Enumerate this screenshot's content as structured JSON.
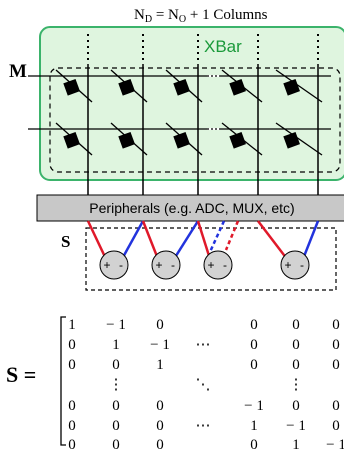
{
  "header": {
    "title": "N",
    "sub_d": "D",
    "eq": " = N",
    "sub_o": "O",
    "rest": " + 1 Columns"
  },
  "xbar": {
    "label": "XBar",
    "fill": "#dff5df",
    "border": "#3bb36b"
  },
  "labels": {
    "m": "M",
    "s": "S",
    "s_eq": "S ="
  },
  "peripherals": {
    "label": "Peripherals (e.g. ADC, MUX, etc)",
    "fill": "#c8c8c8"
  },
  "colors": {
    "positive": "#e0192a",
    "negative": "#2233dd",
    "node": "#d2d2d2"
  },
  "node_signs": {
    "plus": "+",
    "minus": "-"
  },
  "matrix": {
    "rows": [
      [
        "1",
        "− 1",
        "0",
        "",
        "0",
        "0",
        "0"
      ],
      [
        "0",
        "1",
        "− 1",
        "⋯",
        "0",
        "0",
        "0"
      ],
      [
        "0",
        "0",
        "1",
        "",
        "0",
        "0",
        "0"
      ],
      [
        "",
        "⋮",
        "",
        "⋱",
        "",
        "⋮",
        ""
      ],
      [
        "0",
        "0",
        "0",
        "",
        "− 1",
        "0",
        "0"
      ],
      [
        "0",
        "0",
        "0",
        "⋯",
        "1",
        "− 1",
        "0"
      ],
      [
        "0",
        "0",
        "0",
        "",
        "0",
        "1",
        "− 1"
      ]
    ]
  }
}
